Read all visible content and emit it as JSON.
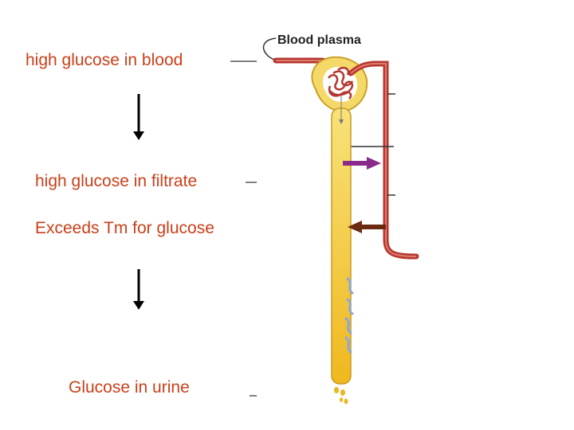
{
  "labels": {
    "high_glucose_blood": "high glucose in blood",
    "high_glucose_filtrate": "high glucose in filtrate",
    "exceeds_tm": "Exceeds Tm for glucose",
    "glucose_urine": "Glucose in urine"
  },
  "figure": {
    "title": "Blood plasma"
  },
  "colors": {
    "label_text": "#c8401a",
    "vessel": "#c0403a",
    "tubule_fill": "#f2c630",
    "tubule_light": "#f7e39a",
    "secretion_arrow": "#8a2a8a",
    "reabsorption_arrow": "#6a2a10",
    "nerve": "#8aa8d8"
  }
}
